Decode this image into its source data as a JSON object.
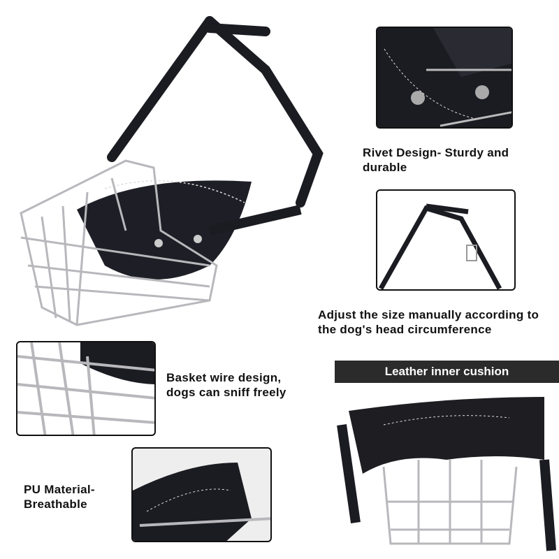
{
  "captions": {
    "rivet": "Rivet Design- Sturdy and durable",
    "adjust": "Adjust the size manually according to the dog's head circumference",
    "basket": "Basket wire design, dogs can sniff freely",
    "pu": "PU Material- Breathable"
  },
  "banner": {
    "label": "Leather inner cushion"
  },
  "colors": {
    "strap": "#1b1b22",
    "wire": "#b8b8bc",
    "banner": "#2b2b2b"
  }
}
